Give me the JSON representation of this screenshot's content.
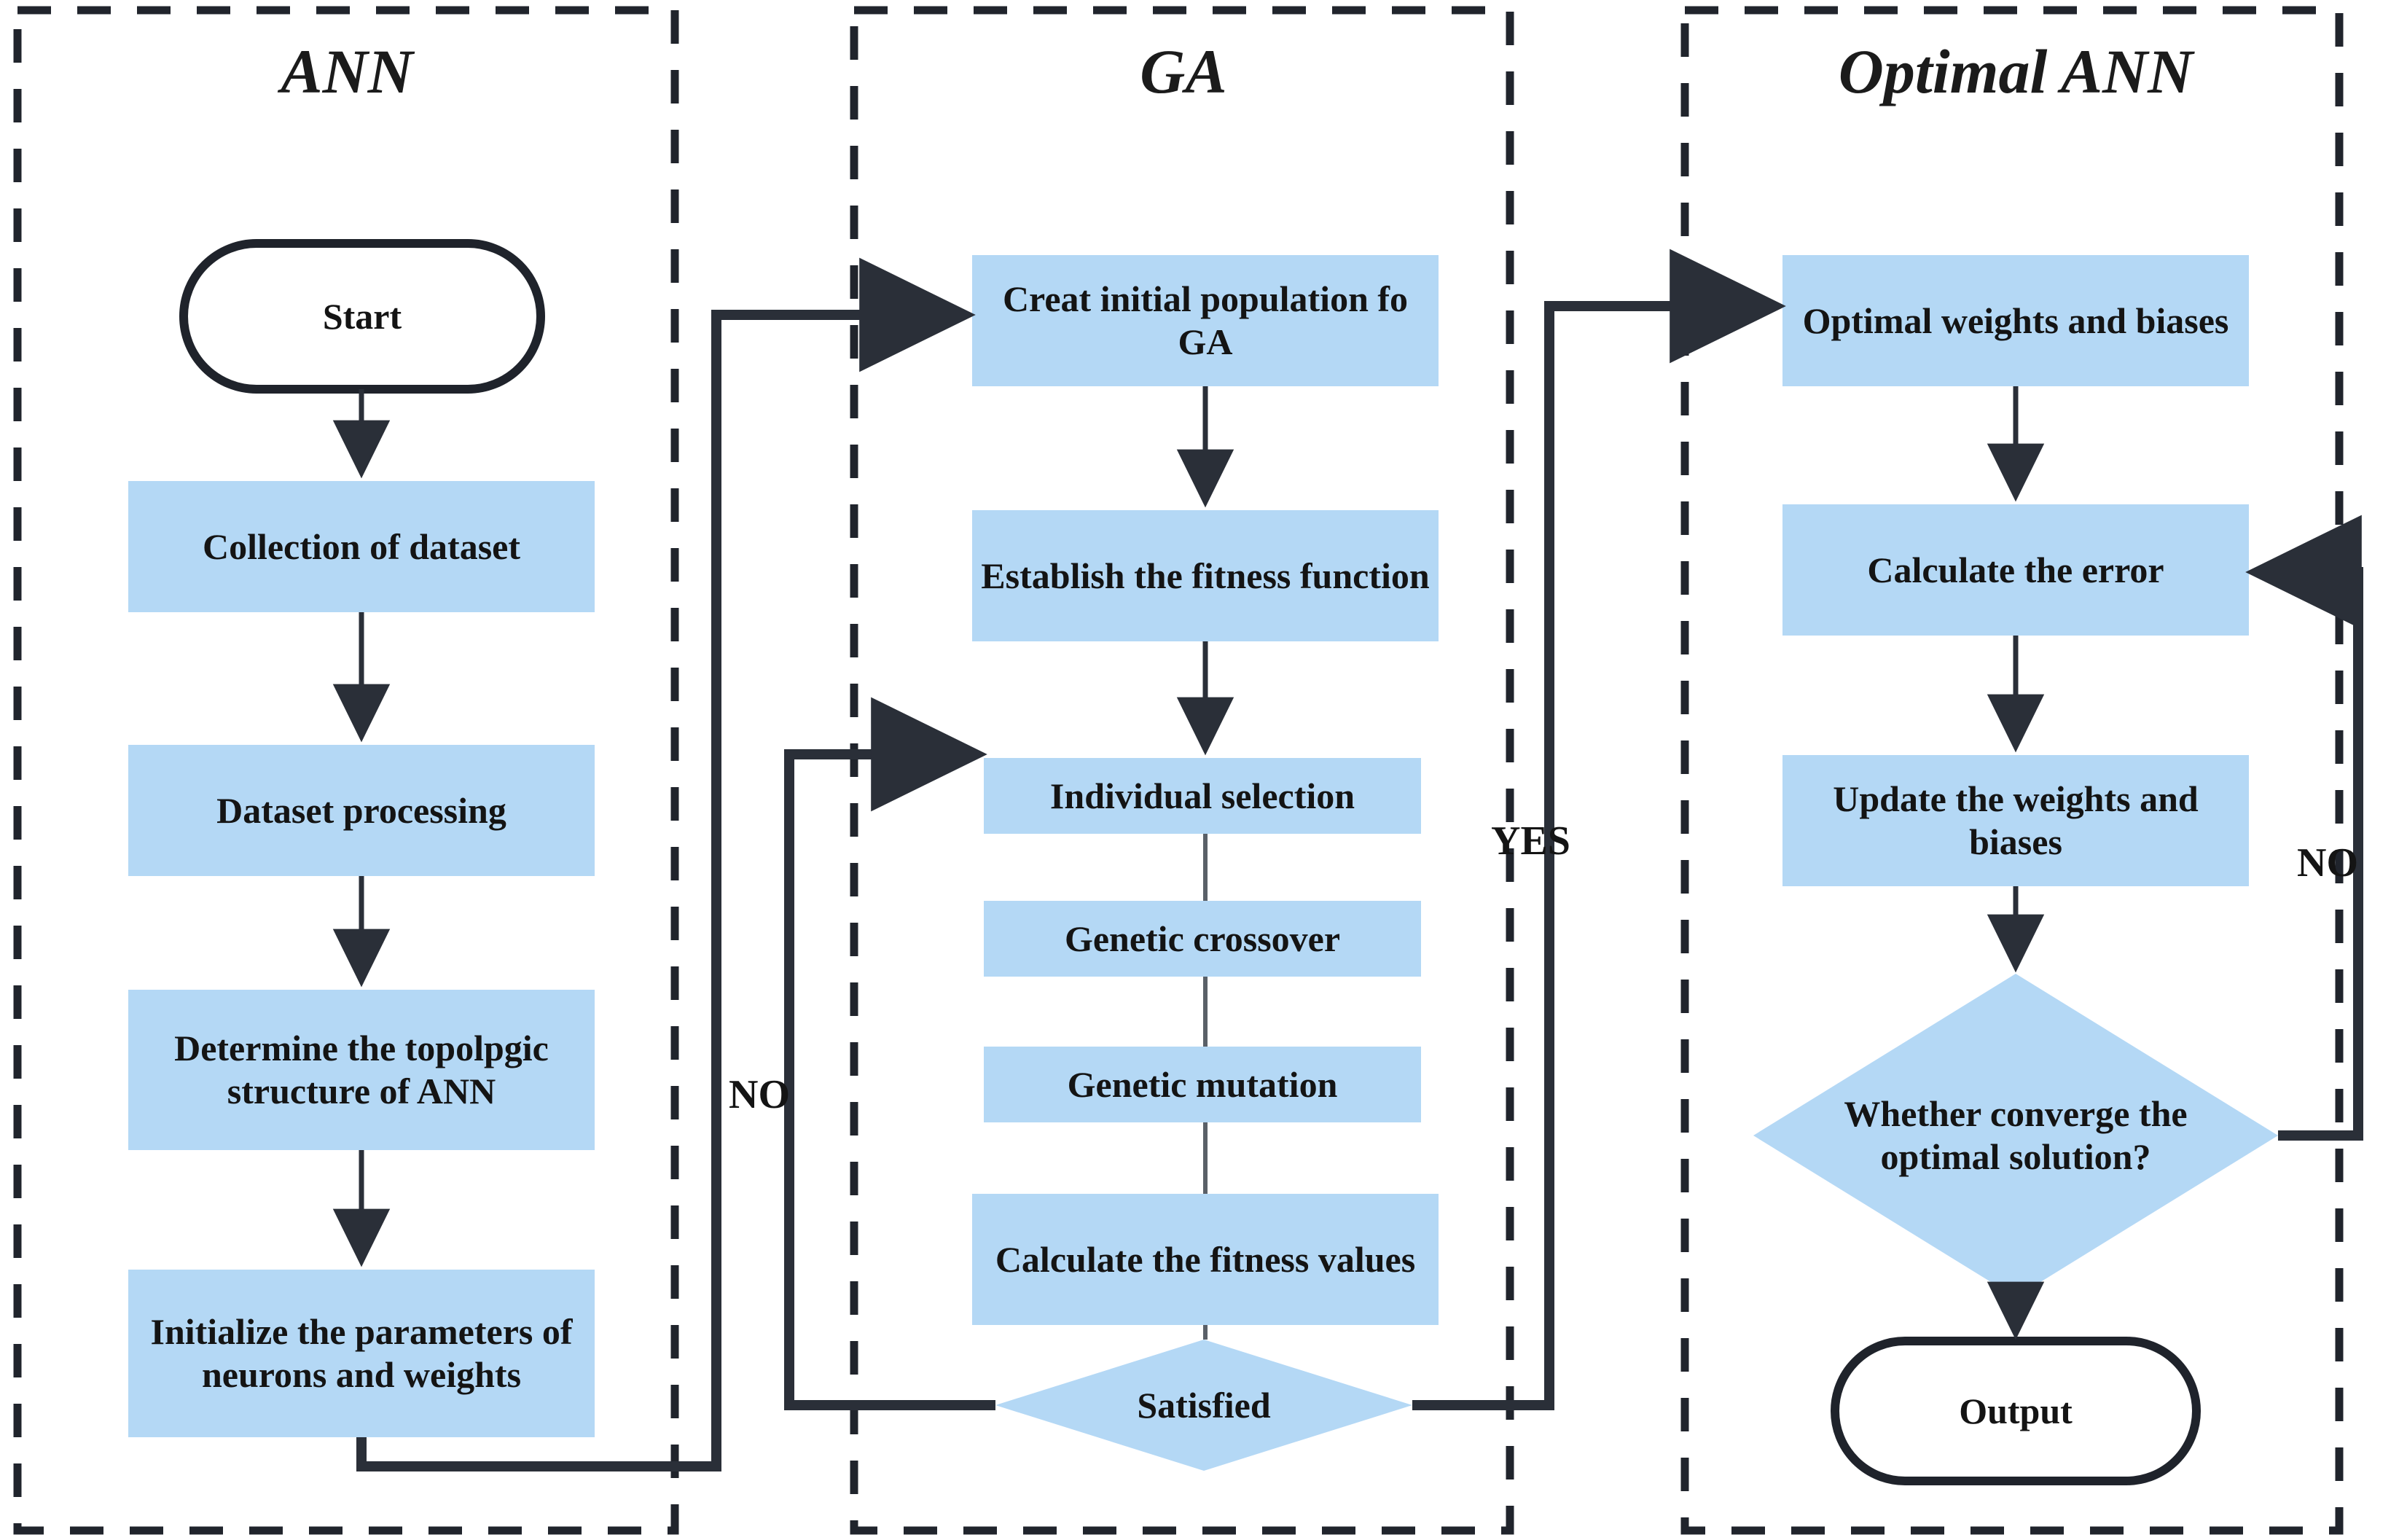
{
  "figure": {
    "type": "flowchart",
    "description": "Three-stage flowchart: ANN, GA, Optimal ANN",
    "colors": {
      "node_fill": "#b4d8f5",
      "stroke": "#2a2f38",
      "text": "#141414",
      "background": "#ffffff"
    }
  },
  "panels": [
    {
      "id": "ann",
      "title": "ANN"
    },
    {
      "id": "ga",
      "title": "GA"
    },
    {
      "id": "optimal_ann",
      "title": "Optimal ANN"
    }
  ],
  "nodes": {
    "ann": [
      {
        "id": "start",
        "shape": "terminator",
        "label": "Start"
      },
      {
        "id": "collection",
        "shape": "process",
        "label": "Collection of dataset"
      },
      {
        "id": "processing",
        "shape": "process",
        "label": "Dataset processing"
      },
      {
        "id": "topology",
        "shape": "process",
        "label": "Determine the topolpgic structure of ANN"
      },
      {
        "id": "initialize",
        "shape": "process",
        "label": "Initialize the parameters of neurons and weights"
      }
    ],
    "ga": [
      {
        "id": "create_pop",
        "shape": "process",
        "label": "Creat initial population fo GA"
      },
      {
        "id": "fitness_fn",
        "shape": "process",
        "label": "Establish the fitness function"
      },
      {
        "id": "selection",
        "shape": "process",
        "label": "Individual selection"
      },
      {
        "id": "crossover",
        "shape": "process",
        "label": "Genetic crossover"
      },
      {
        "id": "mutation",
        "shape": "process",
        "label": "Genetic mutation"
      },
      {
        "id": "calc_fitness",
        "shape": "process",
        "label": "Calculate the fitness values"
      },
      {
        "id": "satisfied",
        "shape": "decision",
        "label": "Satisfied"
      }
    ],
    "optimal_ann": [
      {
        "id": "opt_weights",
        "shape": "process",
        "label": "Optimal weights and biases"
      },
      {
        "id": "calc_error",
        "shape": "process",
        "label": "Calculate the error"
      },
      {
        "id": "update_wb",
        "shape": "process",
        "label": "Update the weights and biases"
      },
      {
        "id": "converge",
        "shape": "decision",
        "label": "Whether converge the optimal solution?"
      },
      {
        "id": "output",
        "shape": "terminator",
        "label": "Output"
      }
    ]
  },
  "edge_labels": {
    "ga_no": "NO",
    "ga_yes": "YES",
    "optimal_no": "NO"
  },
  "edges": [
    {
      "from": "start",
      "to": "collection",
      "label": ""
    },
    {
      "from": "collection",
      "to": "processing",
      "label": ""
    },
    {
      "from": "processing",
      "to": "topology",
      "label": ""
    },
    {
      "from": "topology",
      "to": "initialize",
      "label": ""
    },
    {
      "from": "initialize",
      "to": "create_pop",
      "label": ""
    },
    {
      "from": "create_pop",
      "to": "fitness_fn",
      "label": ""
    },
    {
      "from": "fitness_fn",
      "to": "selection",
      "label": ""
    },
    {
      "from": "selection",
      "to": "crossover",
      "label": ""
    },
    {
      "from": "crossover",
      "to": "mutation",
      "label": ""
    },
    {
      "from": "mutation",
      "to": "calc_fitness",
      "label": ""
    },
    {
      "from": "calc_fitness",
      "to": "satisfied",
      "label": ""
    },
    {
      "from": "satisfied",
      "to": "selection",
      "label": "NO"
    },
    {
      "from": "satisfied",
      "to": "opt_weights",
      "label": "YES"
    },
    {
      "from": "opt_weights",
      "to": "calc_error",
      "label": ""
    },
    {
      "from": "calc_error",
      "to": "update_wb",
      "label": ""
    },
    {
      "from": "update_wb",
      "to": "converge",
      "label": ""
    },
    {
      "from": "converge",
      "to": "calc_error",
      "label": "NO"
    },
    {
      "from": "converge",
      "to": "output",
      "label": ""
    }
  ]
}
